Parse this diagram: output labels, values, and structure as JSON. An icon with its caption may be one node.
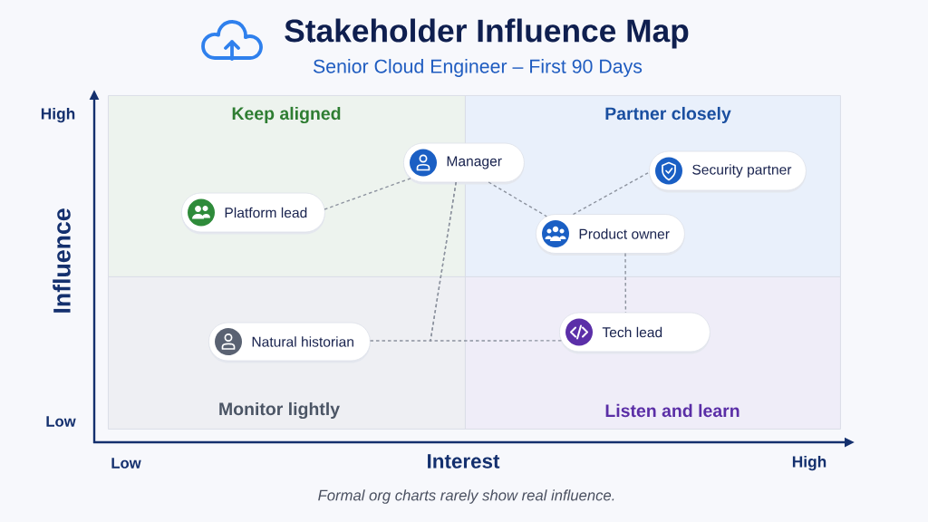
{
  "diagram": {
    "title": "Stakeholder Influence Map",
    "caption": "Formal org charts rarely show real influence.",
    "nodes": [
      {
        "text": [
          "Keep aligned"
        ]
      },
      {
        "text": [
          "Partner closely"
        ]
      },
      {
        "text": [
          "Monitor lightly"
        ]
      },
      {
        "text": [
          "Listen and learn"
        ]
      },
      {
        "text": [
          "Manager"
        ]
      },
      {
        "text": [
          "Platform lead"
        ],
        "in": 0
      },
      {
        "text": [
          "Security partner"
        ],
        "in": 1
      },
      {
        "text": [
          "Product owner"
        ],
        "in": 1
      },
      {
        "text": [
          "Natural historian"
        ],
        "in": 2
      },
      {
        "text": [
          "Tech lead"
        ],
        "in": 3
      }
    ],
    "edges": [
      {
        "from": 5,
        "to": 4,
        "arrow": "none",
        "style": "dashed"
      },
      {
        "from": 4,
        "to": 7,
        "arrow": "none",
        "style": "dashed"
      },
      {
        "from": 7,
        "to": 6,
        "arrow": "none",
        "style": "dashed"
      },
      {
        "from": 7,
        "to": 9,
        "arrow": "none",
        "style": "dashed"
      },
      {
        "from": 4,
        "to": 8,
        "arrow": "none",
        "style": "dashed"
      },
      {
        "from": 4,
        "to": 9,
        "arrow": "none",
        "style": "dashed"
      }
    ],
    "labels": [
      "Senior Cloud Engineer – First 90 Days",
      "High",
      "Influence",
      "Low",
      "Low",
      "Interest",
      "High"
    ]
  }
}
